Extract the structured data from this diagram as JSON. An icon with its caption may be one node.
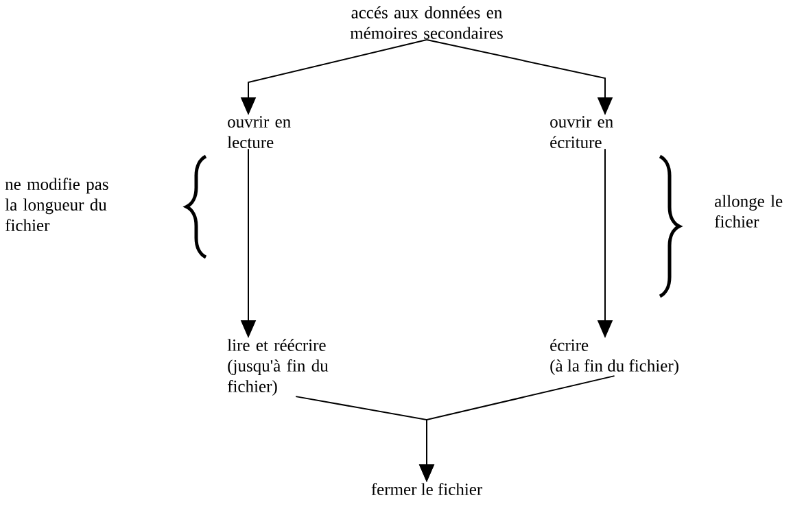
{
  "diagram": {
    "nodes": [
      {
        "text": [
          "accés aux données en mémoires secondaires"
        ]
      },
      {
        "text": [
          "ouvrir en lecture"
        ]
      },
      {
        "text": [
          "ouvrir en écriture"
        ]
      },
      {
        "text": [
          "lire et réécrire (jusqu'à fin du fichier)"
        ]
      },
      {
        "text": [
          "écrire",
          "(à la fin du fichier)"
        ]
      },
      {
        "text": [
          "fermer le fichier"
        ]
      }
    ],
    "edges": [
      {
        "from": 0,
        "to": 1,
        "arrow": "to"
      },
      {
        "from": 0,
        "to": 2,
        "arrow": "to"
      },
      {
        "from": 1,
        "to": 3,
        "arrow": "to"
      },
      {
        "from": 2,
        "to": 4,
        "arrow": "to"
      },
      {
        "from": 3,
        "to": 5,
        "arrow": "to"
      },
      {
        "from": 4,
        "to": 5,
        "arrow": "to"
      }
    ],
    "labels": [
      "ne modifie pas la longueur du fichier",
      "allonge le fichier"
    ]
  }
}
